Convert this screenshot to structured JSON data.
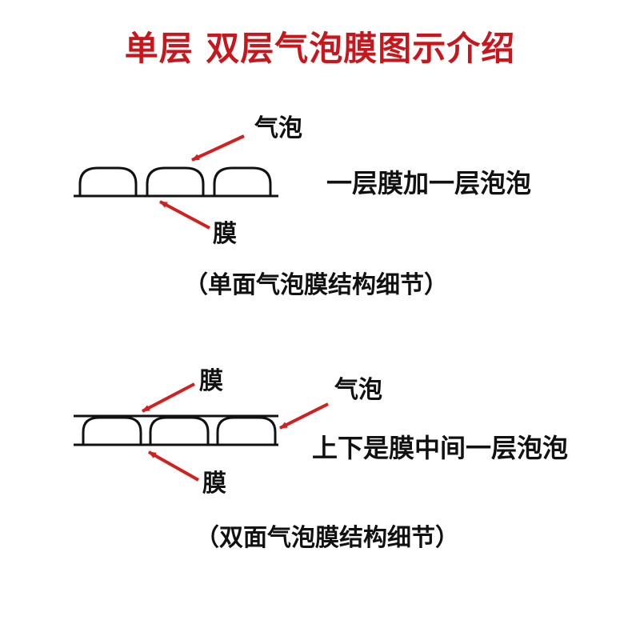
{
  "title": "单层  双层气泡膜图示介绍",
  "colors": {
    "title": "#c8161d",
    "arrow": "#d21f1f",
    "text": "#111111",
    "line": "#111111"
  },
  "single_layer": {
    "bubble_label": "气泡",
    "film_label": "膜",
    "description": "一层膜加一层泡泡",
    "caption": "（单面气泡膜结构细节）"
  },
  "double_layer": {
    "top_film_label": "膜",
    "bubble_label": "气泡",
    "bottom_film_label": "膜",
    "description": "上下是膜中间一层泡泡",
    "caption": "（双面气泡膜结构细节）"
  }
}
